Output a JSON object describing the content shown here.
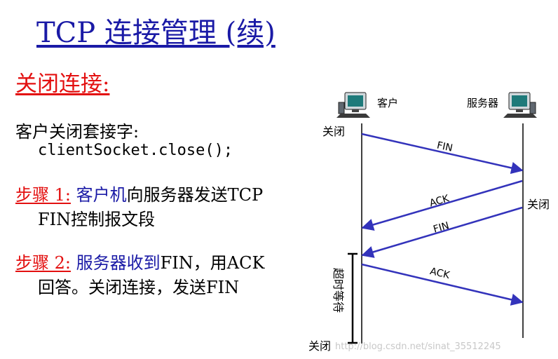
{
  "title": "TCP 连接管理 (续)",
  "section_heading": "关闭连接:",
  "client_close": {
    "line1": "客户关闭套接字:",
    "code": "clientSocket.close();"
  },
  "step1": {
    "label": "步骤 1:",
    "actor": "客户机",
    "text_rest": "向服务器发送TCP",
    "text_line2": "FIN控制报文段"
  },
  "step2": {
    "label": "步骤 2:",
    "actor": "服务器收到",
    "text_rest": "FIN，用ACK",
    "text_line2": "回答。关闭连接，发送FIN"
  },
  "diagram": {
    "client_label": "客户",
    "server_label": "服务器",
    "client_close_label": "关闭",
    "server_close_label": "关闭",
    "final_close_label": "关闭",
    "timed_wait_label": "超时等待",
    "messages": [
      "FIN",
      "ACK",
      "FIN",
      "ACK"
    ]
  },
  "watermark": "http://blog.csdn.net/sinat_35512245",
  "colors": {
    "title": "#1a1aa6",
    "accent_red": "#e31010",
    "arrow": "#3333bb"
  }
}
